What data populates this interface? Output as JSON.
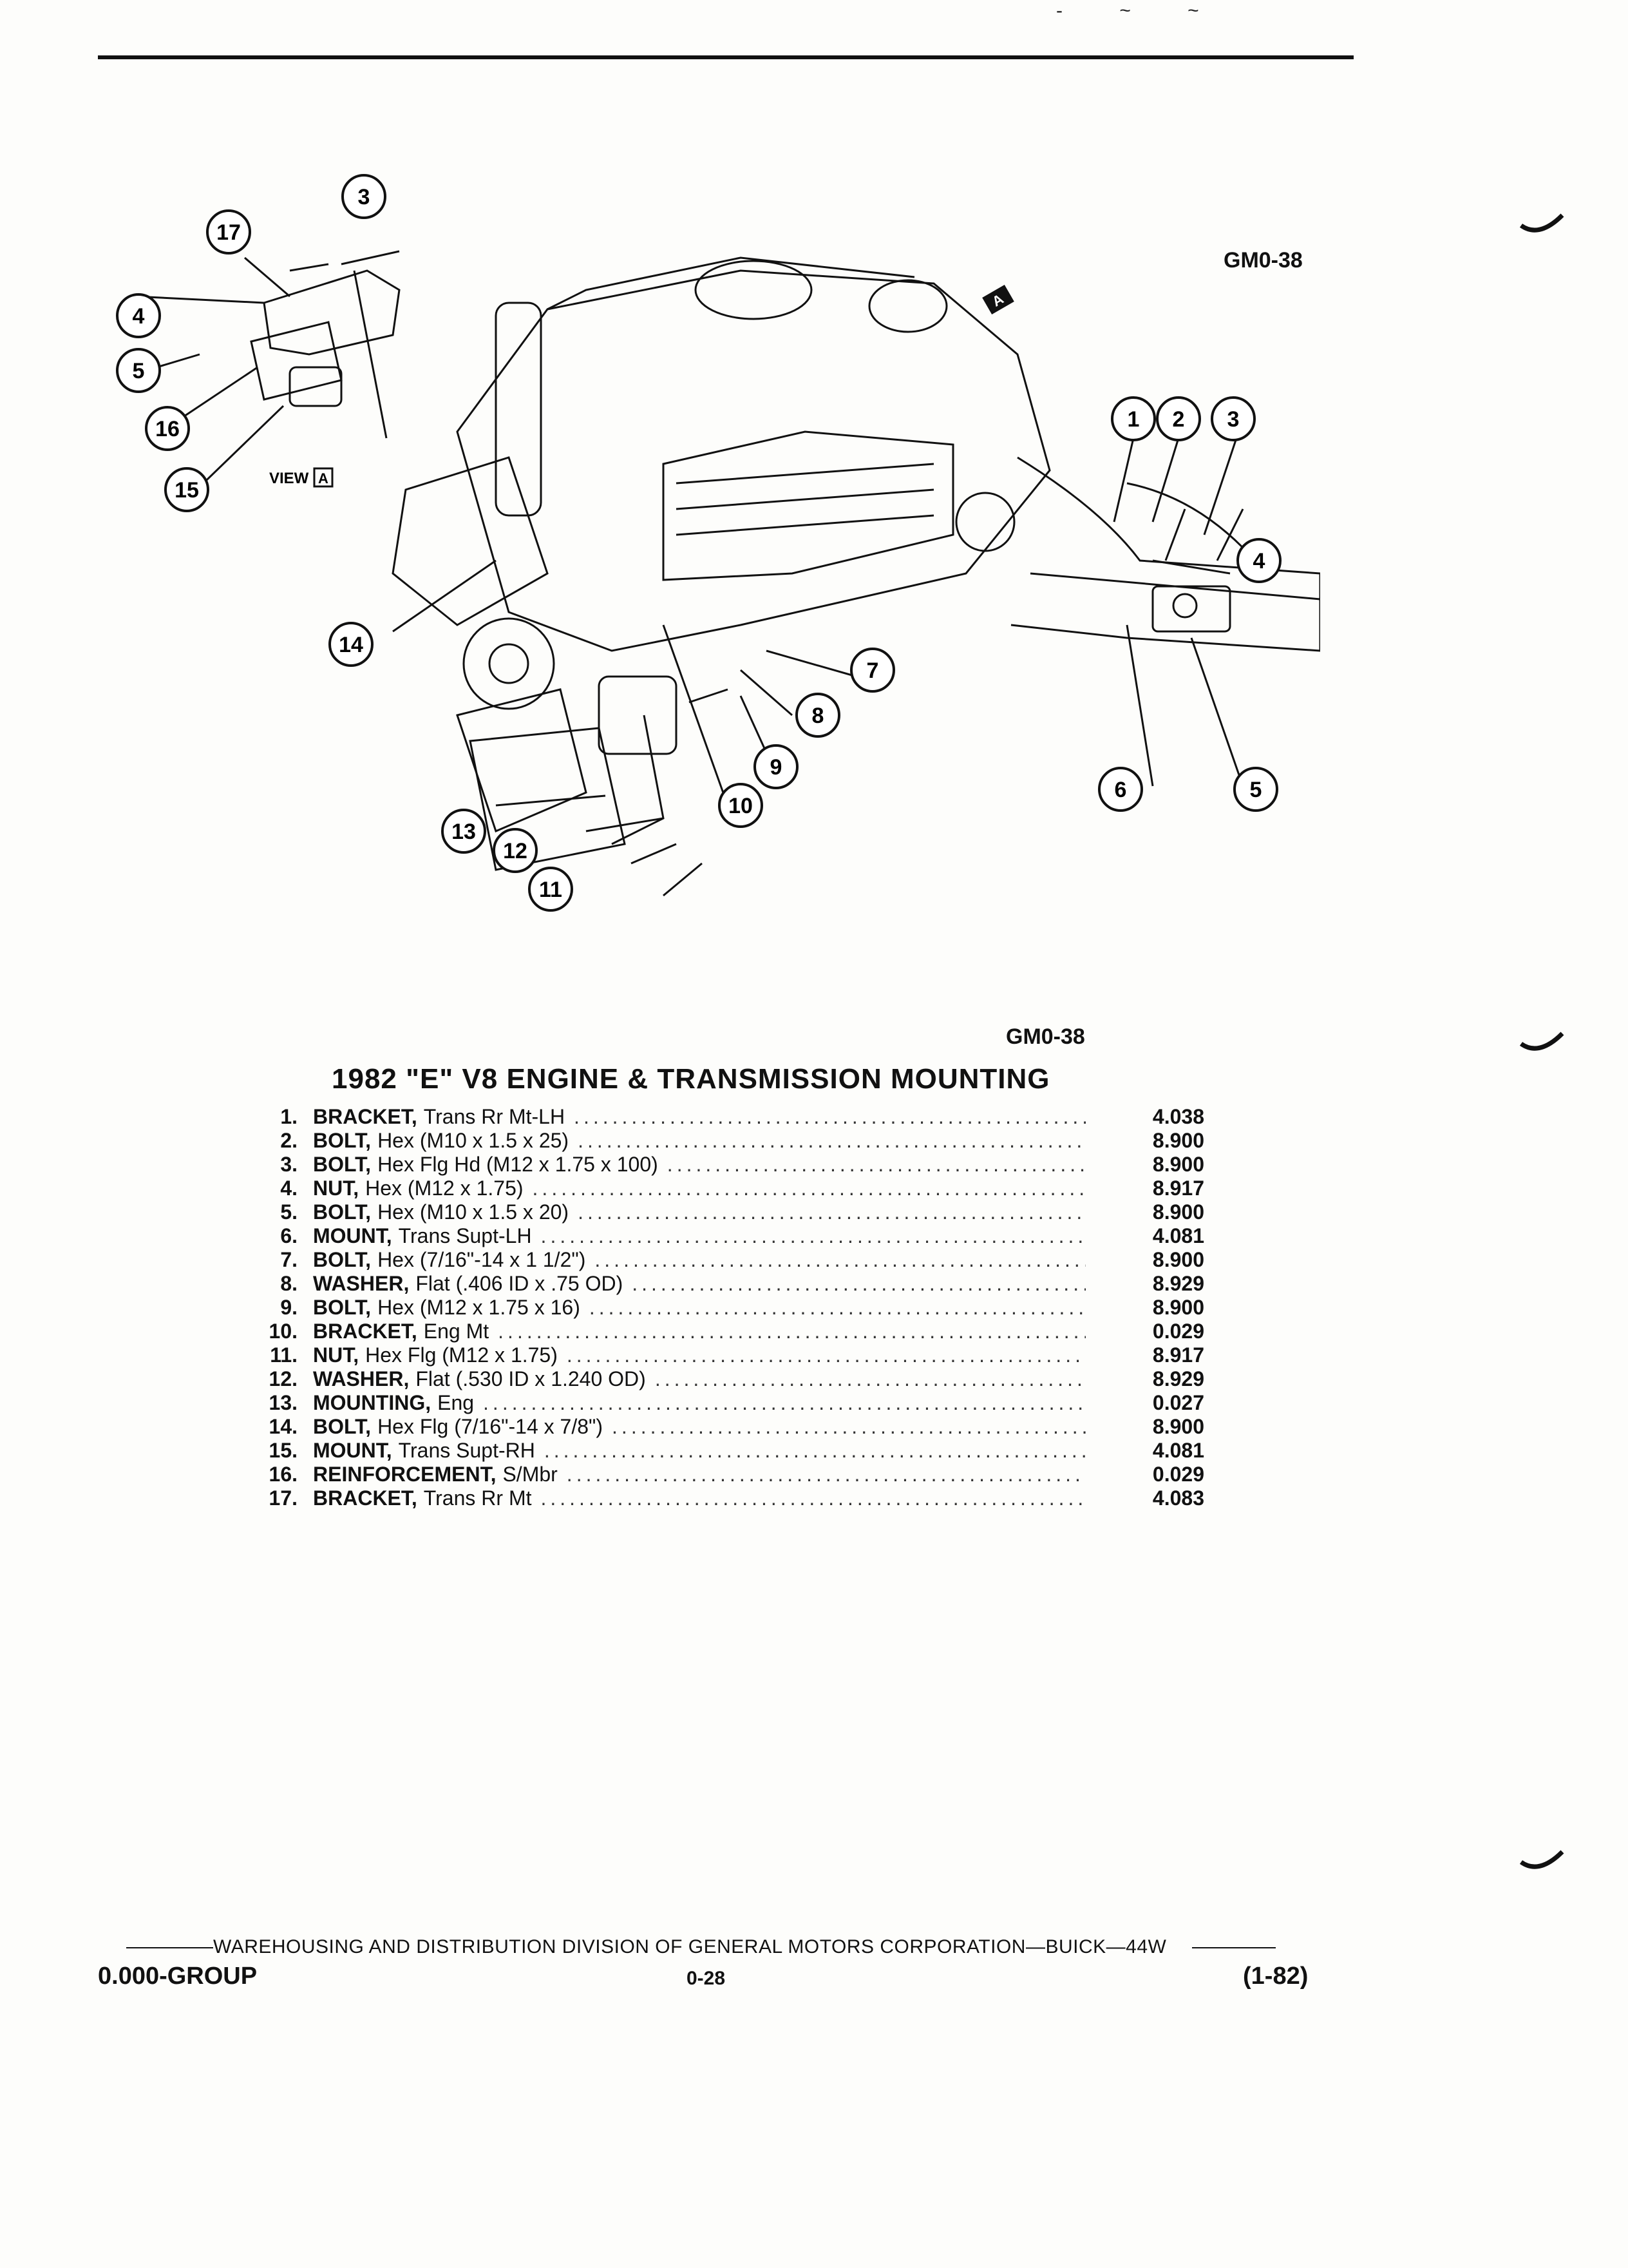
{
  "header": {
    "top_marks": "- ~ ~"
  },
  "diagram": {
    "figure_id": "GM0-38",
    "view_label": "VIEW",
    "view_letter": "A",
    "callouts": [
      "1",
      "2",
      "3",
      "4",
      "5",
      "6",
      "7",
      "8",
      "9",
      "10",
      "11",
      "12",
      "13",
      "14",
      "15",
      "16",
      "17"
    ]
  },
  "parts": {
    "figure_id": "GM0-38",
    "title": "1982 \"E\" V8 ENGINE & TRANSMISSION MOUNTING",
    "items": [
      {
        "num": "1.",
        "name": "BRACKET,",
        "desc": "Trans Rr Mt-LH",
        "code": "4.038"
      },
      {
        "num": "2.",
        "name": "BOLT,",
        "desc": "Hex (M10 x 1.5 x 25)",
        "code": "8.900"
      },
      {
        "num": "3.",
        "name": "BOLT,",
        "desc": "Hex Flg Hd (M12 x 1.75 x 100)",
        "code": "8.900"
      },
      {
        "num": "4.",
        "name": "NUT,",
        "desc": "Hex (M12 x 1.75)",
        "code": "8.917"
      },
      {
        "num": "5.",
        "name": "BOLT,",
        "desc": "Hex (M10 x 1.5 x 20)",
        "code": "8.900"
      },
      {
        "num": "6.",
        "name": "MOUNT,",
        "desc": "Trans Supt-LH",
        "code": "4.081"
      },
      {
        "num": "7.",
        "name": "BOLT,",
        "desc": "Hex (7/16\"-14 x 1 1/2\")",
        "code": "8.900"
      },
      {
        "num": "8.",
        "name": "WASHER,",
        "desc": "Flat (.406 ID x .75 OD)",
        "code": "8.929"
      },
      {
        "num": "9.",
        "name": "BOLT,",
        "desc": "Hex (M12 x 1.75 x 16)",
        "code": "8.900"
      },
      {
        "num": "10.",
        "name": "BRACKET,",
        "desc": "Eng Mt",
        "code": "0.029"
      },
      {
        "num": "11.",
        "name": "NUT,",
        "desc": "Hex Flg (M12 x 1.75)",
        "code": "8.917"
      },
      {
        "num": "12.",
        "name": "WASHER,",
        "desc": "Flat (.530 ID x 1.240 OD)",
        "code": "8.929"
      },
      {
        "num": "13.",
        "name": "MOUNTING,",
        "desc": "Eng",
        "code": "0.027"
      },
      {
        "num": "14.",
        "name": "BOLT,",
        "desc": "Hex Flg (7/16\"-14 x 7/8\")",
        "code": "8.900"
      },
      {
        "num": "15.",
        "name": "MOUNT,",
        "desc": "Trans Supt-RH",
        "code": "4.081"
      },
      {
        "num": "16.",
        "name": "REINFORCEMENT,",
        "desc": "S/Mbr",
        "code": "0.029"
      },
      {
        "num": "17.",
        "name": "BRACKET,",
        "desc": "Trans Rr Mt",
        "code": "4.083"
      }
    ]
  },
  "footer": {
    "division_line": "WAREHOUSING AND DISTRIBUTION  DIVISION OF GENERAL MOTORS CORPORATION—BUICK—44W",
    "group": "0.000-GROUP",
    "page": "0-28",
    "date": "(1-82)"
  }
}
